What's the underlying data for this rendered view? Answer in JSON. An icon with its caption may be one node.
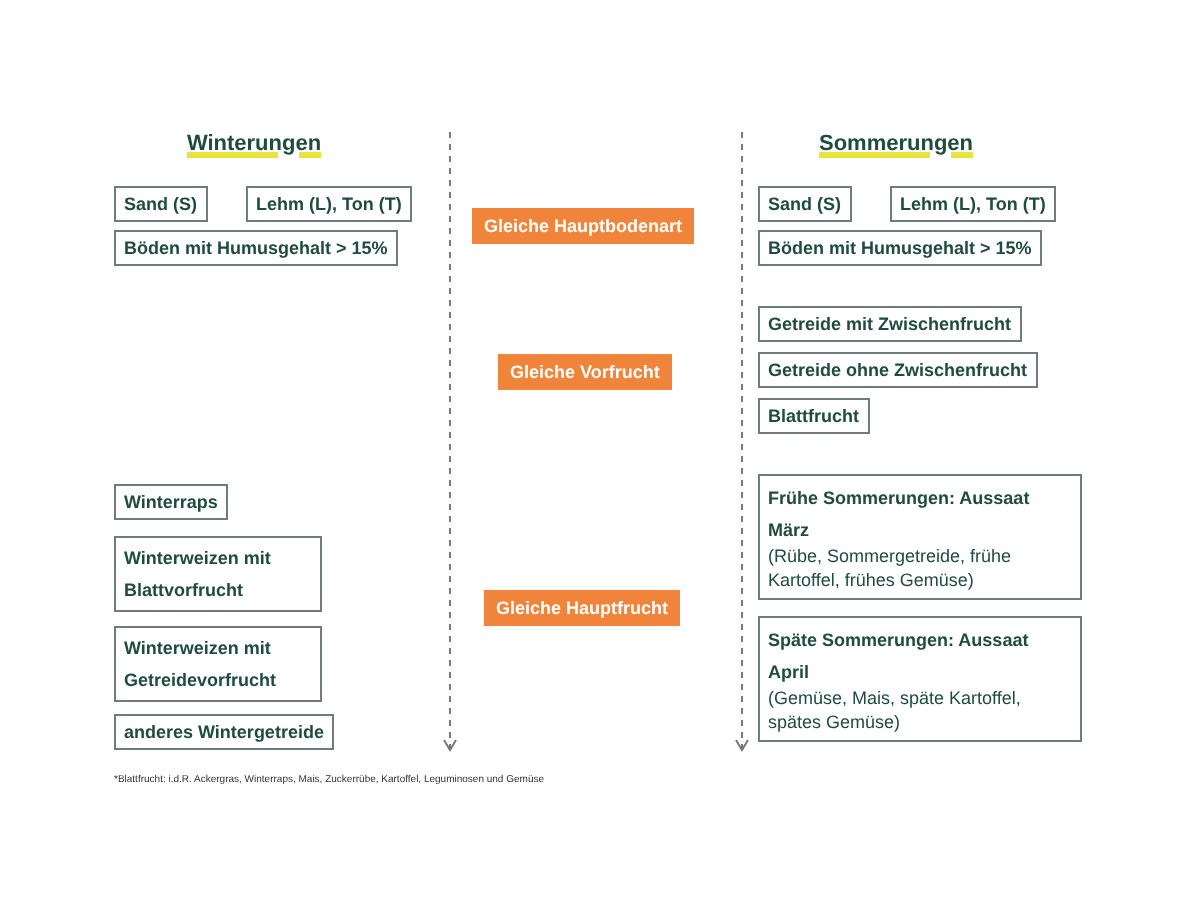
{
  "diagram": {
    "nodes": [
      {
        "text": [
          "Sand (S)"
        ]
      },
      {
        "text": [
          "Lehm (L), Ton (T)"
        ]
      },
      {
        "text": [
          "Böden mit Humusgehalt > 15%"
        ]
      },
      {
        "text": [
          "Gleiche Hauptbodenart"
        ]
      },
      {
        "text": [
          "Sand (S)"
        ]
      },
      {
        "text": [
          "Lehm (L), Ton (T)"
        ]
      },
      {
        "text": [
          "Böden mit Humusgehalt > 15%"
        ]
      },
      {
        "text": [
          "Getreide mit Zwischenfrucht"
        ]
      },
      {
        "text": [
          "Gleiche Vorfrucht"
        ]
      },
      {
        "text": [
          "Getreide ohne Zwischenfrucht"
        ]
      },
      {
        "text": [
          "Blattfrucht"
        ]
      },
      {
        "text": [
          "Winterraps"
        ]
      },
      {
        "text": [
          "Frühe Sommerungen: Aussaat März",
          "(Rübe, Sommergetreide, frühe Kartoffel, frühes Gemüse)"
        ]
      },
      {
        "text": [
          "Winterweizen mit Blattvorfrucht"
        ]
      },
      {
        "text": [
          "Gleiche Hauptfrucht"
        ]
      },
      {
        "text": [
          "Winterweizen mit Getreidevorfrucht"
        ]
      },
      {
        "text": [
          "Späte Sommerungen: Aussaat April",
          "(Gemüse, Mais, späte Kartoffel, spätes Gemüse)"
        ]
      },
      {
        "text": [
          "anderes Wintergetreide"
        ]
      }
    ],
    "labels": [
      "Winterungen",
      "Sommerungen",
      "*Blattfrucht: i.d.R. Ackergras, Winterraps, Mais, Zuckerrübe, Kartoffel, Leguminosen und Gemüse"
    ]
  }
}
